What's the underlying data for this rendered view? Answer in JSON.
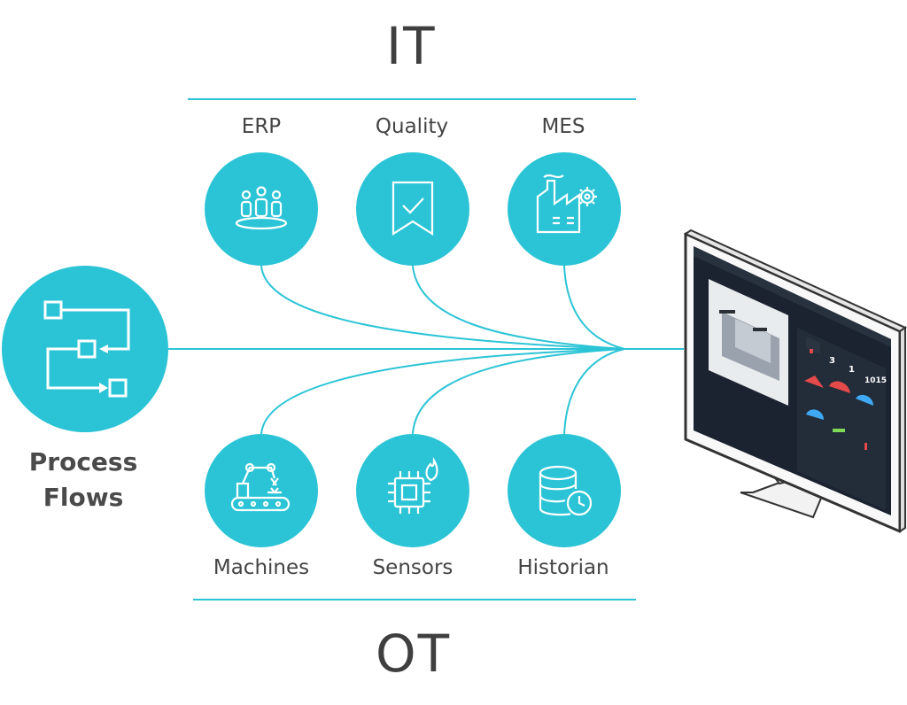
{
  "header": {
    "it_label": "IT",
    "ot_label": "OT"
  },
  "it_nodes": [
    {
      "label": "ERP",
      "icon": "people-group-icon"
    },
    {
      "label": "Quality",
      "icon": "bookmark-check-icon"
    },
    {
      "label": "MES",
      "icon": "factory-gear-icon"
    }
  ],
  "ot_nodes": [
    {
      "label": "Machines",
      "icon": "robot-arm-icon"
    },
    {
      "label": "Sensors",
      "icon": "chip-sensor-icon"
    },
    {
      "label": "Historian",
      "icon": "database-clock-icon"
    }
  ],
  "source_node": {
    "label_line1": "Process",
    "label_line2": "Flows",
    "icon": "flowchart-icon"
  },
  "target": {
    "icon": "monitor-dashboard-icon"
  },
  "dashboard": {
    "readouts": [
      "3",
      "1",
      "1015"
    ]
  },
  "colors": {
    "accent": "#2bc4d6",
    "text": "#444444",
    "screen": "#1b2330"
  }
}
